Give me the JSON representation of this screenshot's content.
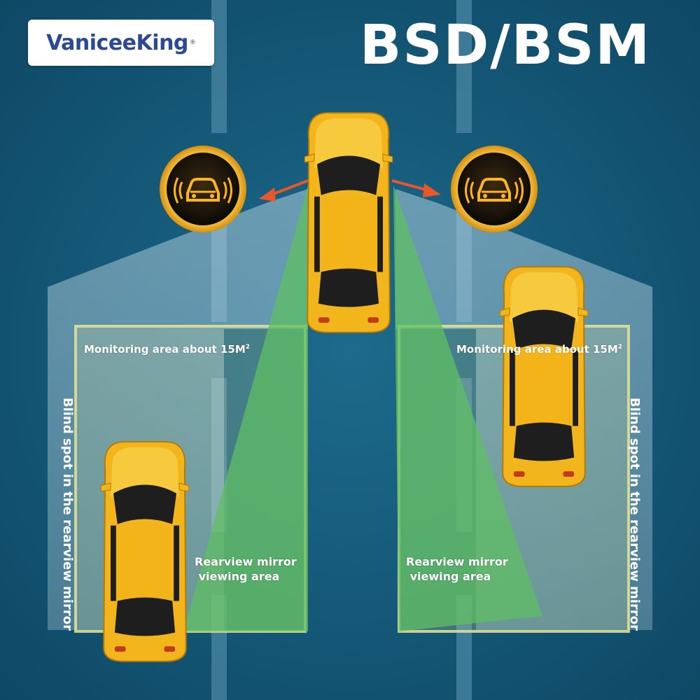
{
  "brand": {
    "name": "VaniceeKing",
    "mark": "®"
  },
  "title": "BSD/BSM",
  "monitoring": {
    "text": "Monitoring area about 15M",
    "superscript": "2"
  },
  "blind_spot": "Blind spot in the rearview mirror",
  "rearview": "Rearview mirror\n viewing area",
  "icons": [
    "car-radar-warning-icon",
    "car-radar-warning-icon"
  ],
  "colors": {
    "road": "#13506e",
    "car_body": "#f2b51c",
    "monitor_zone": "#d9dc9a",
    "mirror_zone": "#5fbf63",
    "arrow": "#e8572a"
  }
}
